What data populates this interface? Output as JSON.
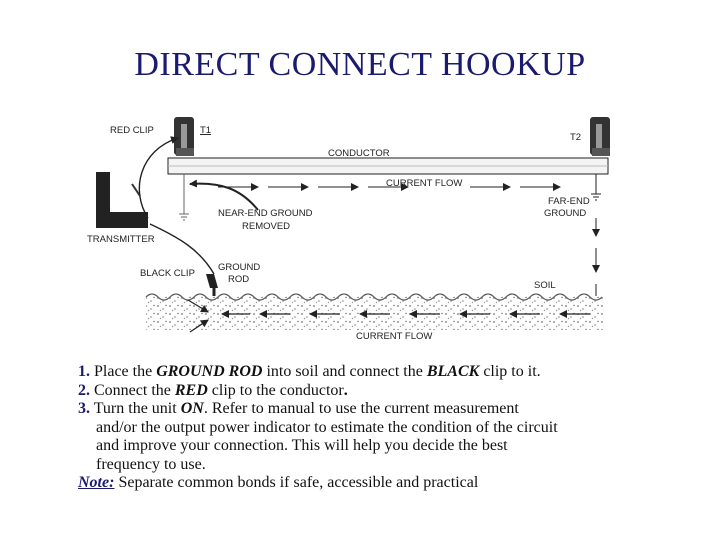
{
  "title": "DIRECT CONNECT HOOKUP",
  "diagram": {
    "red_clip": "RED CLIP",
    "t1": "T1",
    "t2": "T2",
    "conductor": "CONDUCTOR",
    "current_flow_top": "CURRENT FLOW",
    "far_end_ground": [
      "FAR-END",
      "GROUND"
    ],
    "near_end_ground_removed": [
      "NEAR-END GROUND",
      "REMOVED"
    ],
    "transmitter": "TRANSMITTER",
    "black_clip": "BLACK CLIP",
    "ground_rod": [
      "GROUND",
      "ROD"
    ],
    "soil": "SOIL",
    "current_flow_bottom": "CURRENT FLOW"
  },
  "instructions": {
    "step1": {
      "num": "1.",
      "a": "Place the ",
      "b": "GROUND ROD",
      "c": " into soil and connect the ",
      "d": "BLACK",
      "e": " clip to it."
    },
    "step2": {
      "num": "2.",
      "a": "Connect the ",
      "b": "RED",
      "c": " clip to the conductor",
      "d": "."
    },
    "step3": {
      "num": "3.",
      "a": "Turn the unit ",
      "b": "ON",
      "c": ". Refer to manual to use the current measurement"
    },
    "step3_lines": [
      "and/or the output power indicator to estimate the condition of the circuit",
      "and improve your connection. This will help you decide the best",
      "frequency to use."
    ],
    "note_label": "Note:",
    "note_text": " Separate common bonds if safe, accessible and practical"
  },
  "colors": {
    "title": "#1a1a6e",
    "diagram": "#222222"
  }
}
